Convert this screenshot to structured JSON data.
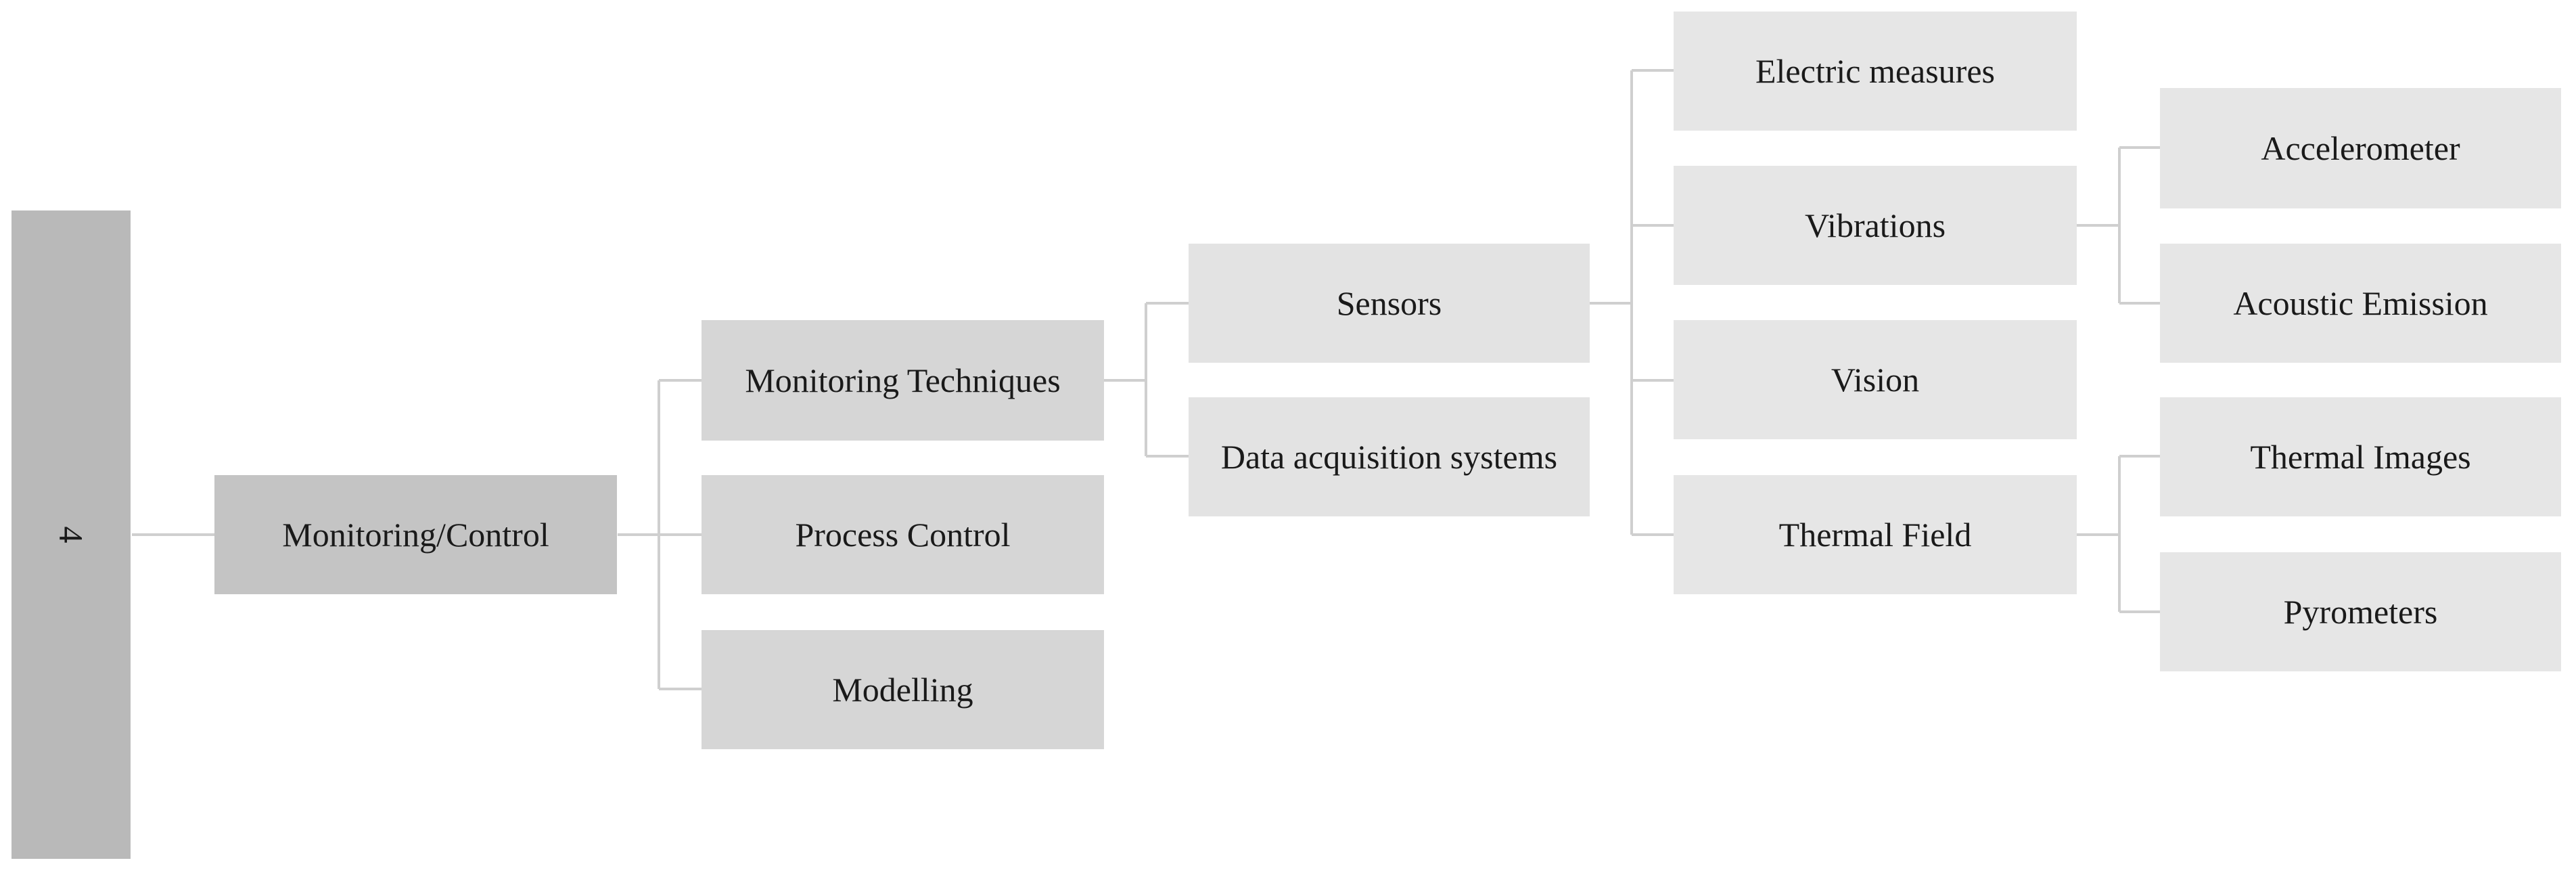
{
  "diagram": {
    "root": "4",
    "level1": "Monitoring/Control",
    "level2": [
      "Monitoring Techniques",
      "Process Control",
      "Modelling"
    ],
    "level3": [
      "Sensors",
      "Data acquisition systems"
    ],
    "level4": [
      "Electric measures",
      "Vibrations",
      "Vision",
      "Thermal Field"
    ],
    "vibrations_children": [
      "Accelerometer",
      "Acoustic Emission"
    ],
    "thermal_children": [
      "Thermal Images",
      "Pyrometers"
    ]
  },
  "colors": {
    "root": "#b9b9b9",
    "level1": "#c4c4c4",
    "level2": "#d6d6d6",
    "level3": "#e3e3e3",
    "leaf": "#e6e6e6",
    "connector": "#cfcfcf"
  }
}
